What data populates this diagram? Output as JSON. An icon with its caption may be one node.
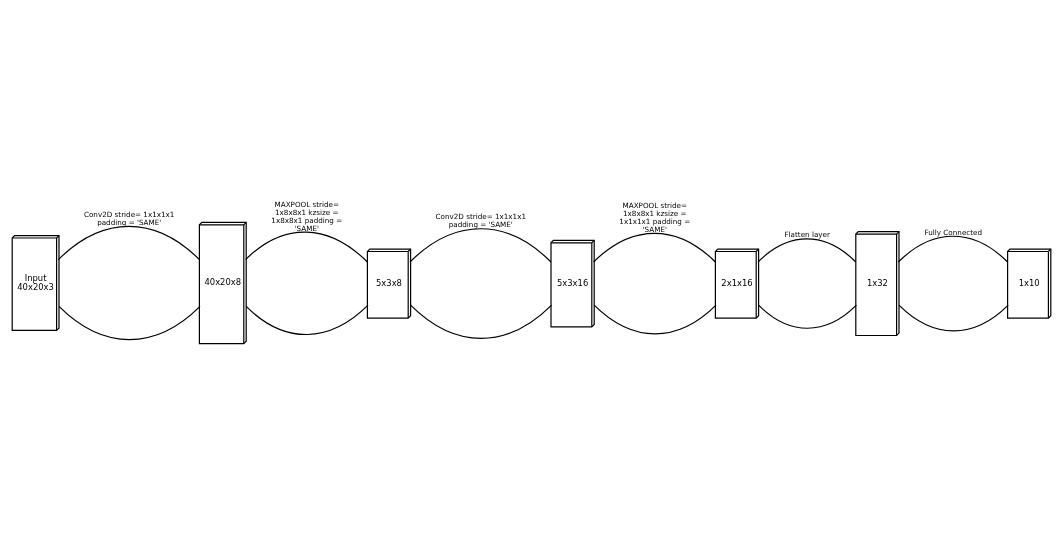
{
  "diagram": {
    "nodes": [
      {
        "text": [
          "Input",
          "40x20x3"
        ]
      },
      {
        "text": [
          "40x20x8"
        ]
      },
      {
        "text": [
          "5x3x8"
        ]
      },
      {
        "text": [
          "5x3x16"
        ]
      },
      {
        "text": [
          "2x1x16"
        ]
      },
      {
        "text": [
          "1x32"
        ]
      },
      {
        "text": [
          "1x10"
        ]
      }
    ],
    "edges": [
      {
        "from": 0,
        "to": 1,
        "arrow": "none",
        "label": "Conv2D stride= 1x1x1x1 padding = 'SAME'"
      },
      {
        "from": 0,
        "to": 1,
        "arrow": "none"
      },
      {
        "from": 1,
        "to": 2,
        "arrow": "none",
        "label": "MAXPOOL stride= 1x8x8x1 kzsize = 1x8x8x1 padding = 'SAME'"
      },
      {
        "from": 1,
        "to": 2,
        "arrow": "none"
      },
      {
        "from": 2,
        "to": 3,
        "arrow": "none",
        "label": "Conv2D stride= 1x1x1x1 padding = 'SAME'"
      },
      {
        "from": 2,
        "to": 3,
        "arrow": "none"
      },
      {
        "from": 3,
        "to": 4,
        "arrow": "none",
        "label": "MAXPOOL stride= 1x8x8x1 kzsize = 1x1x1x1 padding = 'SAME'"
      },
      {
        "from": 3,
        "to": 4,
        "arrow": "none"
      },
      {
        "from": 4,
        "to": 5,
        "arrow": "none",
        "label": "Flatten layer"
      },
      {
        "from": 4,
        "to": 5,
        "arrow": "none"
      },
      {
        "from": 5,
        "to": 6,
        "arrow": "none",
        "label": "Fully Connected"
      },
      {
        "from": 5,
        "to": 6,
        "arrow": "none"
      }
    ]
  }
}
